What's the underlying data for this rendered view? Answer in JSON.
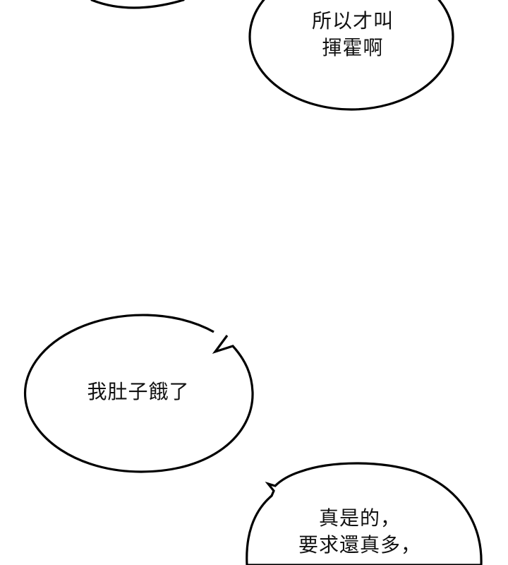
{
  "comic": {
    "bubbles": [
      {
        "lines": [
          "所以才叫",
          "揮霍啊"
        ]
      },
      {
        "lines": [
          "我肚子餓了"
        ]
      },
      {
        "lines": [
          "真是的，",
          "要求還真多，"
        ]
      }
    ]
  }
}
